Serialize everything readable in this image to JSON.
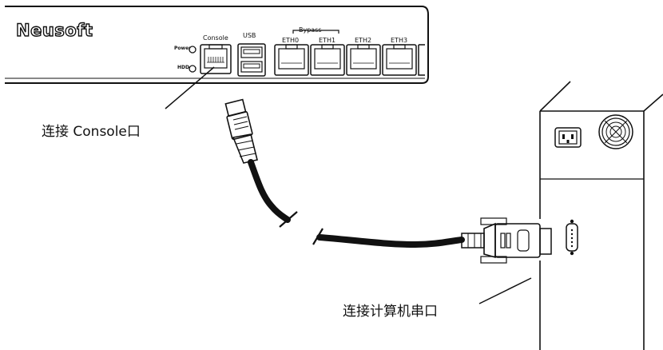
{
  "device": {
    "brand": "Neusoft",
    "led_power": "Power",
    "led_hdd": "HDD",
    "console_label": "Console",
    "usb_label": "USB",
    "bypass_label": "Bypass",
    "eth_ports": [
      "ETH0",
      "ETH1",
      "ETH2",
      "ETH3"
    ]
  },
  "callouts": {
    "console": "连接 Console口",
    "computer": "连接计算机串口"
  }
}
